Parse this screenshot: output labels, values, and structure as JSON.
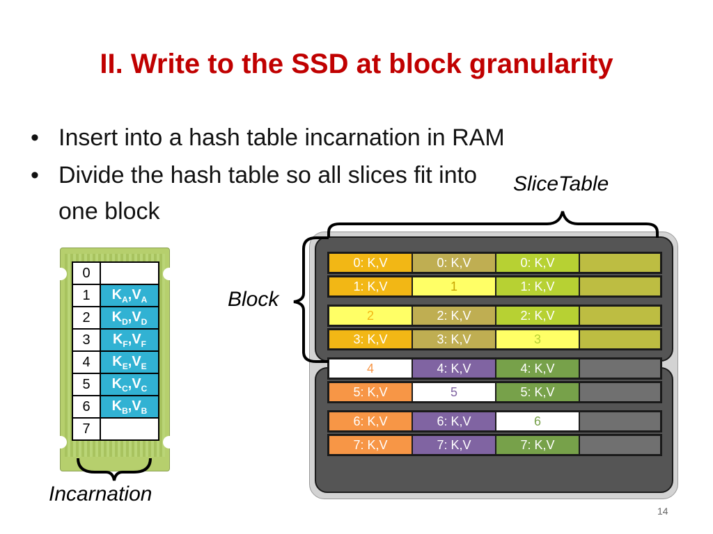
{
  "title": "II. Write to the SSD at block granularity",
  "bullets": [
    "Insert into a hash table incarnation in RAM",
    "Divide the hash table so all slices fit into one block"
  ],
  "labels": {
    "slicetable": "SliceTable",
    "block": "Block",
    "incarnation": "Incarnation"
  },
  "page_number": "14",
  "incarnation_table": [
    {
      "index": "0",
      "key": "",
      "key_sub": "",
      "val": "",
      "val_sub": ""
    },
    {
      "index": "1",
      "key": "K",
      "key_sub": "A",
      "val": "V",
      "val_sub": "A"
    },
    {
      "index": "2",
      "key": "K",
      "key_sub": "D",
      "val": "V",
      "val_sub": "D"
    },
    {
      "index": "3",
      "key": "K",
      "key_sub": "F",
      "val": "V",
      "val_sub": "F"
    },
    {
      "index": "4",
      "key": "K",
      "key_sub": "E",
      "val": "V",
      "val_sub": "E"
    },
    {
      "index": "5",
      "key": "K",
      "key_sub": "C",
      "val": "V",
      "val_sub": "C"
    },
    {
      "index": "6",
      "key": "K",
      "key_sub": "B",
      "val": "V",
      "val_sub": "B"
    },
    {
      "index": "7",
      "key": "",
      "key_sub": "",
      "val": "",
      "val_sub": ""
    }
  ],
  "slicetable_rows": [
    [
      {
        "text": "0: K,V",
        "bg": "#f2b715",
        "fg": "#ffffff"
      },
      {
        "text": "0: K,V",
        "bg": "#bfae52",
        "fg": "#ffffff"
      },
      {
        "text": "0: K,V",
        "bg": "#b7d133",
        "fg": "#ffffff"
      },
      {
        "text": "",
        "bg": "#bdbd42",
        "fg": "#ffffff"
      }
    ],
    [
      {
        "text": "1: K,V",
        "bg": "#f2b715",
        "fg": "#ffffff"
      },
      {
        "text": "1",
        "bg": "#ffff66",
        "fg": "#c7a400"
      },
      {
        "text": "1: K,V",
        "bg": "#b7d133",
        "fg": "#ffffff"
      },
      {
        "text": "",
        "bg": "#bdbd42",
        "fg": "#ffffff"
      }
    ],
    [
      {
        "text": "2",
        "bg": "#ffff66",
        "fg": "#f2b715"
      },
      {
        "text": "2: K,V",
        "bg": "#bfae52",
        "fg": "#ffffff"
      },
      {
        "text": "2: K,V",
        "bg": "#b7d133",
        "fg": "#ffffff"
      },
      {
        "text": "",
        "bg": "#bdbd42",
        "fg": "#ffffff"
      }
    ],
    [
      {
        "text": "3: K,V",
        "bg": "#f2b715",
        "fg": "#ffffff"
      },
      {
        "text": "3: K,V",
        "bg": "#bfae52",
        "fg": "#ffffff"
      },
      {
        "text": "3",
        "bg": "#ffff66",
        "fg": "#b7d133"
      },
      {
        "text": "",
        "bg": "#bdbd42",
        "fg": "#ffffff"
      }
    ],
    [
      {
        "text": "4",
        "bg": "#ffffff",
        "fg": "#f79646"
      },
      {
        "text": "4: K,V",
        "bg": "#8064a2",
        "fg": "#ffffff"
      },
      {
        "text": "4: K,V",
        "bg": "#77a14a",
        "fg": "#ffffff"
      },
      {
        "text": "",
        "bg": "#707070",
        "fg": "#ffffff"
      }
    ],
    [
      {
        "text": "5: K,V",
        "bg": "#f79646",
        "fg": "#ffffff"
      },
      {
        "text": "5",
        "bg": "#ffffff",
        "fg": "#8064a2"
      },
      {
        "text": "5: K,V",
        "bg": "#77a14a",
        "fg": "#ffffff"
      },
      {
        "text": "",
        "bg": "#707070",
        "fg": "#ffffff"
      }
    ],
    [
      {
        "text": "6: K,V",
        "bg": "#f79646",
        "fg": "#ffffff"
      },
      {
        "text": "6: K,V",
        "bg": "#8064a2",
        "fg": "#ffffff"
      },
      {
        "text": "6",
        "bg": "#ffffff",
        "fg": "#77a14a"
      },
      {
        "text": "",
        "bg": "#707070",
        "fg": "#ffffff"
      }
    ],
    [
      {
        "text": "7: K,V",
        "bg": "#f79646",
        "fg": "#ffffff"
      },
      {
        "text": "7: K,V",
        "bg": "#8064a2",
        "fg": "#ffffff"
      },
      {
        "text": "7: K,V",
        "bg": "#77a14a",
        "fg": "#ffffff"
      },
      {
        "text": "",
        "bg": "#707070",
        "fg": "#ffffff"
      }
    ]
  ]
}
